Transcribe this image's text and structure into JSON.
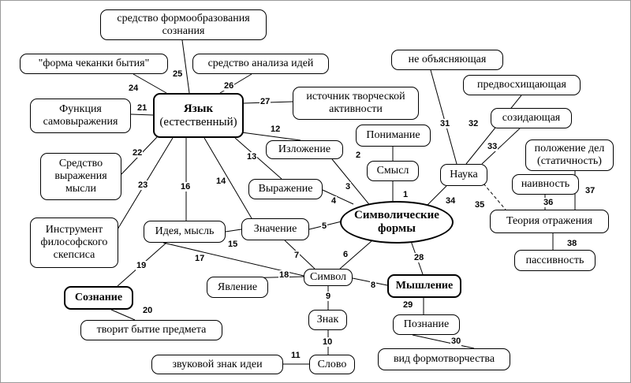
{
  "nodes": {
    "sredstvo_formoobraz": "средство формообразования\nсознания",
    "forma_chekanki": "\"форма чеканки бытия\"",
    "sredstvo_analiza": "средство анализа идей",
    "yazyk_title": "Язык",
    "yazyk_sub": "(естественный)",
    "istochnik": "источник творческой\nактивности",
    "funkciya": "Функция\nсамовыражения",
    "sredstvo_vyrazh": "Средство\nвыражения\nмысли",
    "instrument": "Инструмент\nфилософского\nскепсиса",
    "izlozhenie": "Изложение",
    "ponimanie": "Понимание",
    "smysl": "Смысл",
    "vyrazhenie": "Выражение",
    "ideya": "Идея, мысль",
    "znachenie": "Значение",
    "simv_formy": "Символические\nформы",
    "soznanie": "Сознание",
    "yavlenie": "Явление",
    "simvol": "Символ",
    "myshlenie": "Мышление",
    "tvorit": "творит бытие предмета",
    "znak": "Знак",
    "poznanie": "Познание",
    "zvukovoy": "звуковой знак идеи",
    "slovo": "Слово",
    "vid": "вид формотворчества",
    "ne_obyasn": "не объясняющая",
    "predvosh": "предвосхищающая",
    "sozid": "созидающая",
    "nauka": "Наука",
    "polozhenie": "положение дел\n(статичность)",
    "naivnost": "наивность",
    "teoriya": "Теория отражения",
    "passivnost": "пассивность"
  },
  "edge_labels": [
    "1",
    "2",
    "3",
    "4",
    "5",
    "6",
    "7",
    "8",
    "9",
    "10",
    "11",
    "12",
    "13",
    "14",
    "15",
    "16",
    "17",
    "18",
    "19",
    "20",
    "21",
    "22",
    "23",
    "24",
    "25",
    "26",
    "27",
    "28",
    "29",
    "30",
    "31",
    "32",
    "33",
    "34",
    "35",
    "36",
    "37",
    "38"
  ]
}
